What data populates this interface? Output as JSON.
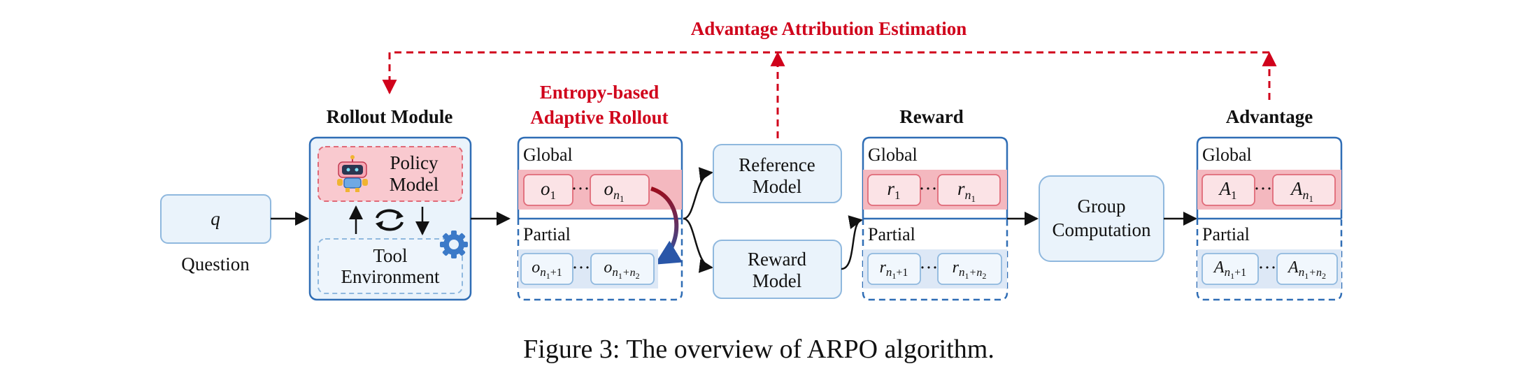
{
  "diagram_title": "Advantage Attribution Estimation",
  "question": {
    "symbol": "q",
    "label": "Question"
  },
  "rollout_module": {
    "title": "Rollout Module",
    "policy_model_line1": "Policy",
    "policy_model_line2": "Model",
    "tool_environment_line1": "Tool",
    "tool_environment_line2": "Environment"
  },
  "adaptive_rollout": {
    "title_line1": "Entropy-based",
    "title_line2": "Adaptive Rollout",
    "global_label": "Global",
    "partial_label": "Partial",
    "global_first": "o",
    "global_first_sub": "1",
    "global_last": "o",
    "global_last_sub": "n",
    "global_last_subsub": "1",
    "partial_first": "o",
    "partial_first_sub": "n",
    "partial_first_subsub": "1",
    "partial_first_tail": "+1",
    "partial_last": "o",
    "partial_last_sub": "n",
    "partial_last_subsub": "1",
    "partial_last_mid": "+n",
    "partial_last_subsub2": "2",
    "ellipsis": "···"
  },
  "reference_model": {
    "line1": "Reference",
    "line2": "Model"
  },
  "reward_model": {
    "line1": "Reward",
    "line2": "Model"
  },
  "reward": {
    "title": "Reward",
    "global_label": "Global",
    "partial_label": "Partial",
    "symbol": "r",
    "ellipsis": "···"
  },
  "group_computation": {
    "line1": "Group",
    "line2": "Computation"
  },
  "advantage": {
    "title": "Advantage",
    "global_label": "Global",
    "partial_label": "Partial",
    "symbol": "A",
    "ellipsis": "···"
  },
  "caption": "Figure 3: The overview of ARPO algorithm.",
  "colors": {
    "red": "#d0021b",
    "blue_border": "#2f6db5",
    "light_blue_fill": "#eaf3fb",
    "light_blue_border": "#8fb8de",
    "pink_fill": "#f4b8bf",
    "pink_inner": "#fbe3e6",
    "pink_border": "#e06a78"
  },
  "icons": [
    "robot-icon",
    "refresh-cycle-icon",
    "gear-icon"
  ]
}
